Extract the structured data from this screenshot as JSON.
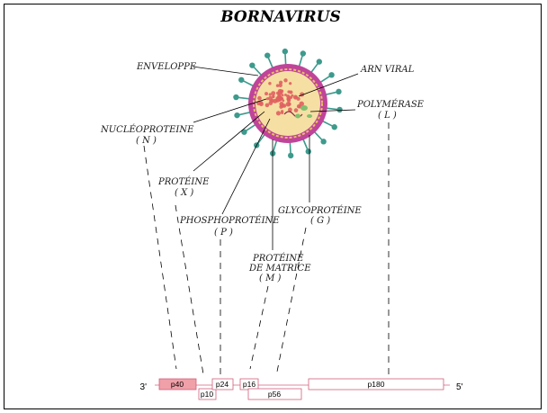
{
  "title": "BORNAVIRUS",
  "labels": {
    "envelope": "ENVELOPPE",
    "rna": "ARN VIRAL",
    "polymerase": "POLYMÉRASE",
    "polymerase_code": "( L )",
    "nucleoprotein": "NUCLÉOPROTEINE",
    "nucleoprotein_code": "( N )",
    "protein_x": "PROTÉINE",
    "protein_x_code": "( X )",
    "phosphoprotein": "PHOSPHOPROTÉINE",
    "phosphoprotein_code": "( P )",
    "glycoprotein": "GLYCOPROTÉINE",
    "glycoprotein_code": "( G )",
    "matrix_1": "PROTÉINE",
    "matrix_2": "DE MATRICE",
    "matrix_code": "( M )"
  },
  "genome": {
    "end_left": "3'",
    "end_right": "5'",
    "genes": {
      "p40": "p40",
      "p10": "p10",
      "p24": "p24",
      "p16": "p16",
      "p56": "p56",
      "p180": "p180"
    }
  },
  "colors": {
    "envelope": "#c0449a",
    "capsid_ring": "#e8c060",
    "core": "#f6dfa3",
    "nucleoprotein": "#e06060",
    "spikes": "#3d9a8c",
    "gene_box": "#d0607a",
    "p40_fill": "#f0a0a8"
  }
}
